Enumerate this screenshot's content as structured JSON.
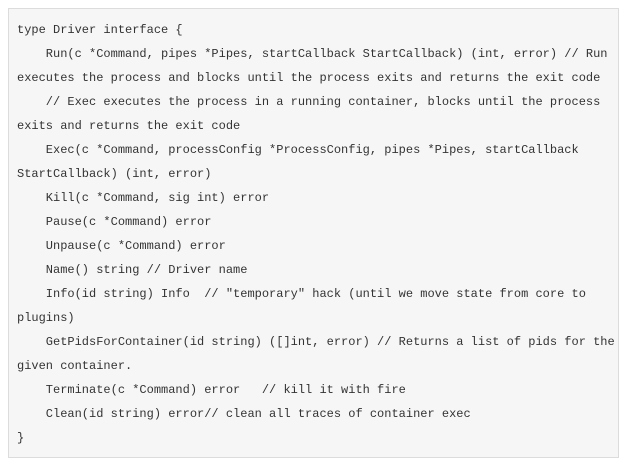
{
  "page": {
    "background_color": "#ffffff"
  },
  "code_block": {
    "language": "go",
    "background_color": "#f6f6f6",
    "border_color": "#dcdcdc",
    "text_color": "#333333",
    "lines": [
      "type Driver interface {",
      "    Run(c *Command, pipes *Pipes, startCallback StartCallback) (int, error) // Run",
      "executes the process and blocks until the process exits and returns the exit code",
      "    // Exec executes the process in a running container, blocks until the process",
      "exits and returns the exit code",
      "    Exec(c *Command, processConfig *ProcessConfig, pipes *Pipes, startCallback",
      "StartCallback) (int, error)",
      "    Kill(c *Command, sig int) error",
      "    Pause(c *Command) error",
      "    Unpause(c *Command) error",
      "    Name() string // Driver name",
      "    Info(id string) Info  // ″temporary″ hack (until we move state from core to",
      "plugins)",
      "    GetPidsForContainer(id string) ([]int, error) // Returns a list of pids for the",
      "given container.",
      "    Terminate(c *Command) error   // kill it with fire",
      "    Clean(id string) error// clean all traces of container exec",
      "}"
    ]
  }
}
